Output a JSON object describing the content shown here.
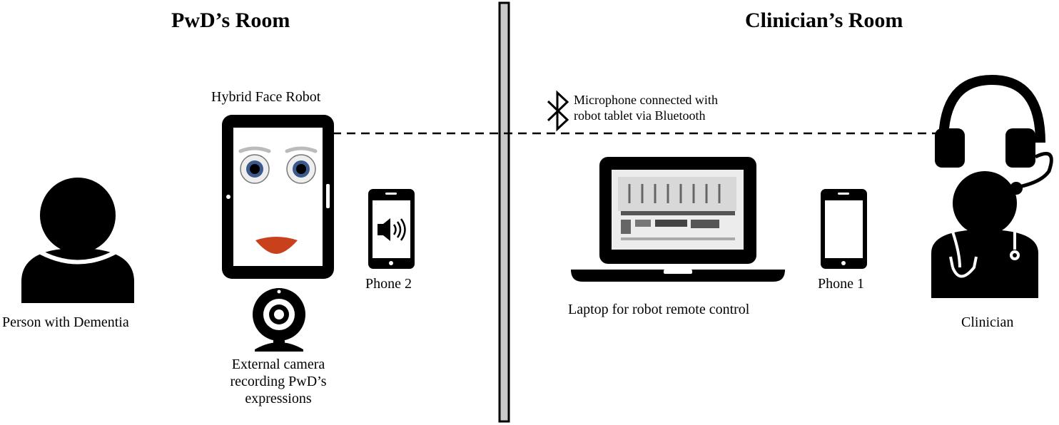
{
  "left_room": {
    "title": "PwD’s Room"
  },
  "right_room": {
    "title": "Clinician’s Room"
  },
  "labels": {
    "person": "Person with Dementia",
    "robot": "Hybrid Face Robot",
    "camera_l1": "External camera",
    "camera_l2": "recording PwD’s",
    "camera_l3": "expressions",
    "phone2": "Phone 2",
    "bluetooth_l1": "Microphone connected with",
    "bluetooth_l2": "robot tablet via Bluetooth",
    "laptop": "Laptop for robot remote control",
    "phone1": "Phone 1",
    "clinician": "Clinician"
  },
  "icons": [
    "person-icon",
    "tablet-robot-icon",
    "webcam-icon",
    "speaker-icon",
    "bluetooth-icon",
    "laptop-icon",
    "phone-icon",
    "clinician-headset-icon"
  ],
  "colors": {
    "wall_fill": "#c8c8c8",
    "lips": "#c8401c",
    "iris": "#3c5a8c"
  }
}
